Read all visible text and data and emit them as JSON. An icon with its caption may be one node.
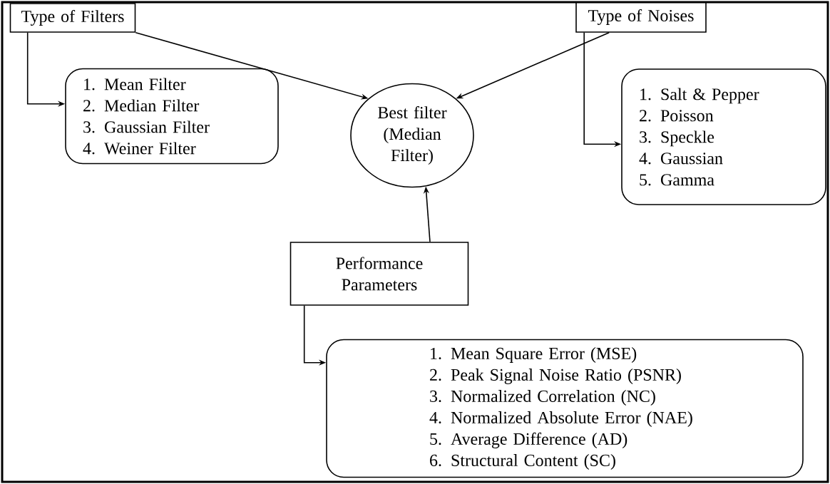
{
  "diagram": {
    "nodes": [
      {
        "text": [
          "Type of Filters"
        ]
      },
      {
        "text": [
          "1. Mean Filter",
          "2. Median Filter",
          "3. Gaussian Filter",
          "4. Weiner Filter"
        ]
      },
      {
        "text": [
          "Best filter (Median Filter)"
        ]
      },
      {
        "text": [
          "Type of Noises"
        ]
      },
      {
        "text": [
          "1. Salt & Pepper",
          "2. Poisson",
          "3. Speckle",
          "4. Gaussian",
          "5. Gamma"
        ]
      },
      {
        "text": [
          "Performance Parameters"
        ]
      },
      {
        "text": [
          "1. Mean Square Error (MSE)",
          "2. Peak Signal Noise Ratio (PSNR)",
          "3. Normalized Correlation (NC)",
          "4. Normalized Absolute Error (NAE)",
          "5. Average Difference (AD)",
          "6. Structural Content (SC)"
        ]
      }
    ],
    "edges": [
      {
        "from": 0,
        "to": 1,
        "arrow": "to"
      },
      {
        "from": 0,
        "to": 2,
        "arrow": "to"
      },
      {
        "from": 3,
        "to": 2,
        "arrow": "to"
      },
      {
        "from": 3,
        "to": 4,
        "arrow": "to"
      },
      {
        "from": 5,
        "to": 2,
        "arrow": "to"
      },
      {
        "from": 5,
        "to": 6,
        "arrow": "to"
      }
    ]
  }
}
